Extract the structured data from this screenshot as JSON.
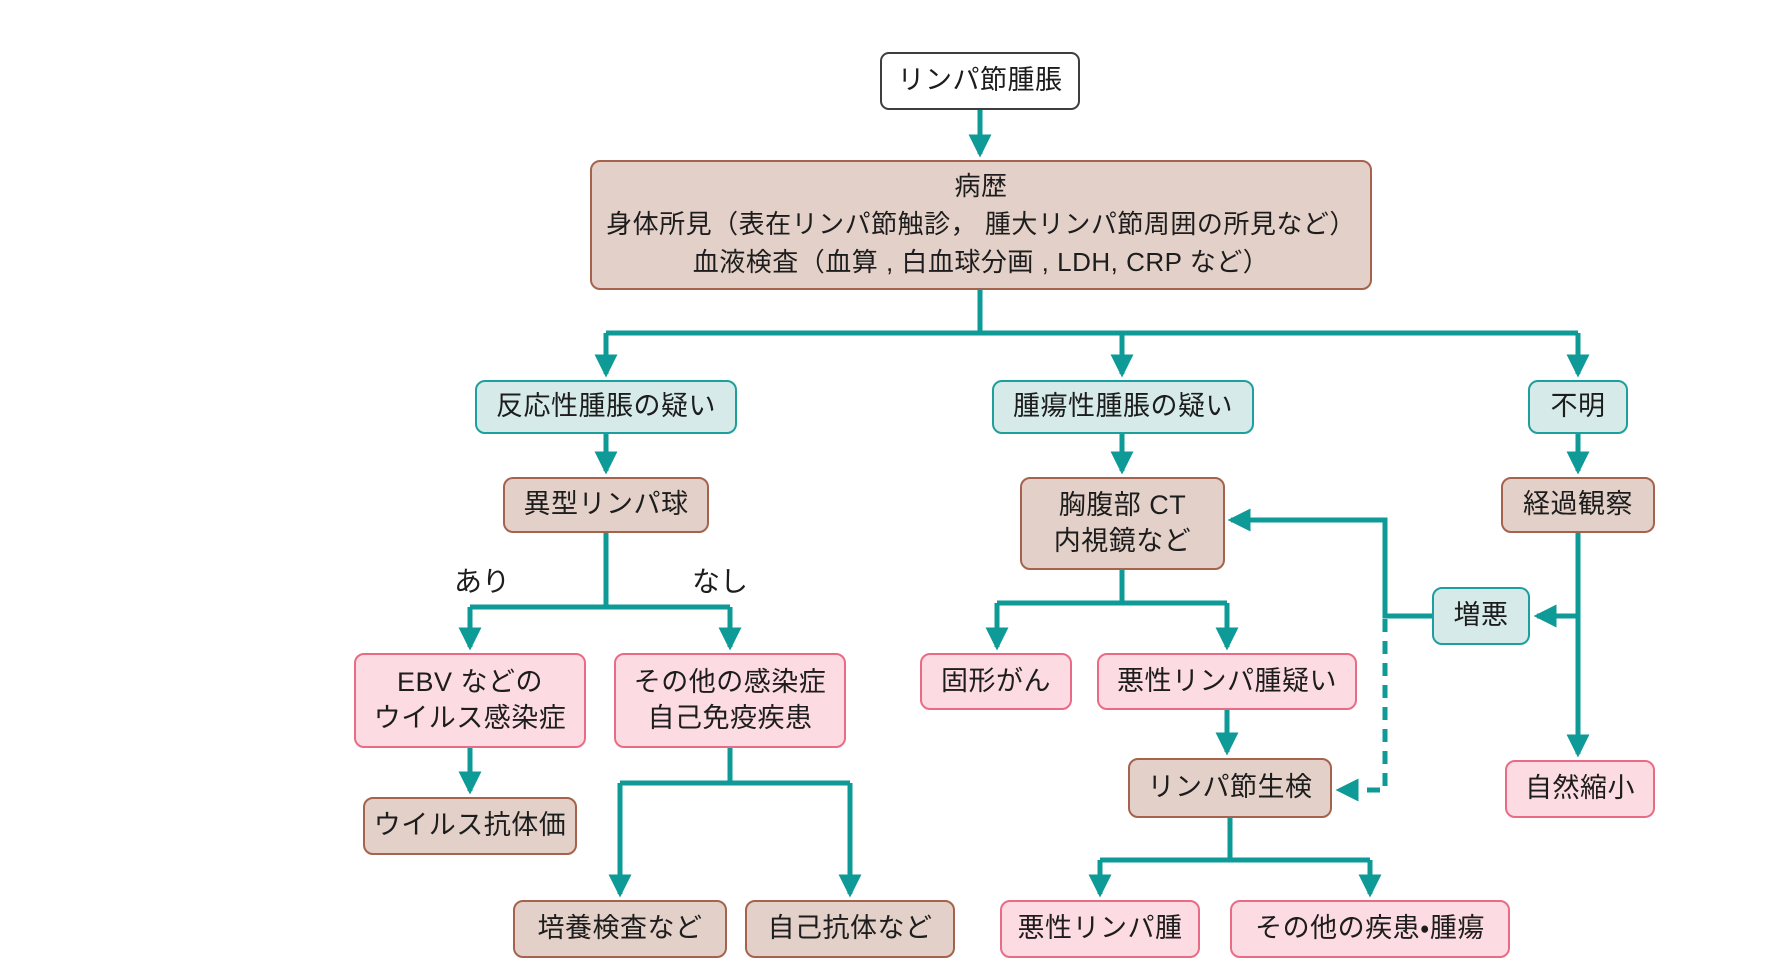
{
  "diagram": {
    "title": "リンパ節腫脹",
    "colors": {
      "arrow_teal": "#0e9a96",
      "teal_box_fill": "#d6ebe9",
      "teal_box_border": "#1d9f9d",
      "tan_box_fill": "#e3d0c8",
      "tan_box_border": "#a5634d",
      "pink_box_fill": "#fcdce2",
      "pink_box_border": "#ea6b85",
      "start_box_fill": "#ffffff",
      "start_box_border": "#3e3e3e"
    },
    "nodes": {
      "root": {
        "label": "リンパ節腫脹"
      },
      "workup": {
        "line1": "病歴",
        "line2": "身体所見（表在リンパ節触診， 腫大リンパ節周囲の所見など）",
        "line3": "血液検査（血算 , 白血球分画 , LDH, CRP など）"
      },
      "reactive": {
        "label": "反応性腫脹の疑い"
      },
      "tumor": {
        "label": "腫瘍性腫脹の疑い"
      },
      "unknown": {
        "label": "不明"
      },
      "atypical": {
        "label": "異型リンパ球"
      },
      "ct": {
        "line1": "胸腹部 CT",
        "line2": "内視鏡など"
      },
      "followup": {
        "label": "経過観察"
      },
      "ebv": {
        "line1": "EBV などの",
        "line2": "ウイルス感染症"
      },
      "other_infection": {
        "line1": "その他の感染症",
        "line2": "自己免疫疾患"
      },
      "solid_cancer": {
        "label": "固形がん"
      },
      "lymphoma_suspect": {
        "label": "悪性リンパ腫疑い"
      },
      "worse": {
        "label": "増悪"
      },
      "biopsy": {
        "label": "リンパ節生検"
      },
      "virus_titer": {
        "label": "ウイルス抗体価"
      },
      "shrink": {
        "label": "自然縮小"
      },
      "culture": {
        "label": "培養検査など"
      },
      "autoantibody": {
        "label": "自己抗体など"
      },
      "malignant_lymphoma": {
        "label": "悪性リンパ腫"
      },
      "other_disease": {
        "label": "その他の疾患・腫瘍"
      }
    },
    "edge_labels": {
      "present": "あり",
      "absent": "なし"
    }
  }
}
